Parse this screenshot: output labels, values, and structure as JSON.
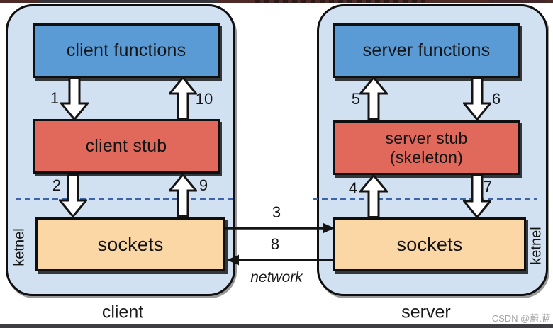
{
  "diagram_title_implied": "RPC client-server call flow",
  "client_panel": {
    "functions_label": "client functions",
    "stub_label": "client stub",
    "sockets_label": "sockets",
    "kernel_label": "ketnel",
    "caption": "client",
    "steps": {
      "s1": "1",
      "s2": "2",
      "s9": "9",
      "s10": "10"
    }
  },
  "server_panel": {
    "functions_label": "server functions",
    "stub_line1": "server stub",
    "stub_line2": "(skeleton)",
    "sockets_label": "sockets",
    "kernel_label": "ketnel",
    "caption": "server",
    "steps": {
      "s4": "4",
      "s5": "5",
      "s6": "6",
      "s7": "7"
    }
  },
  "network": {
    "label": "network",
    "steps": {
      "s3": "3",
      "s8": "8"
    }
  },
  "watermark": "CSDN @蔚.蓝",
  "colors": {
    "panel_fill": "#d2e1f2",
    "box_blue": "#5b9bd5",
    "box_red": "#e0695c",
    "box_peach": "#fcd7a6",
    "dash_blue": "#3c64a8",
    "ink": "#141414",
    "watermark": "#a3a3a3",
    "top_strip": "#4e2a26",
    "bottom_strip": "#3e3d41"
  }
}
